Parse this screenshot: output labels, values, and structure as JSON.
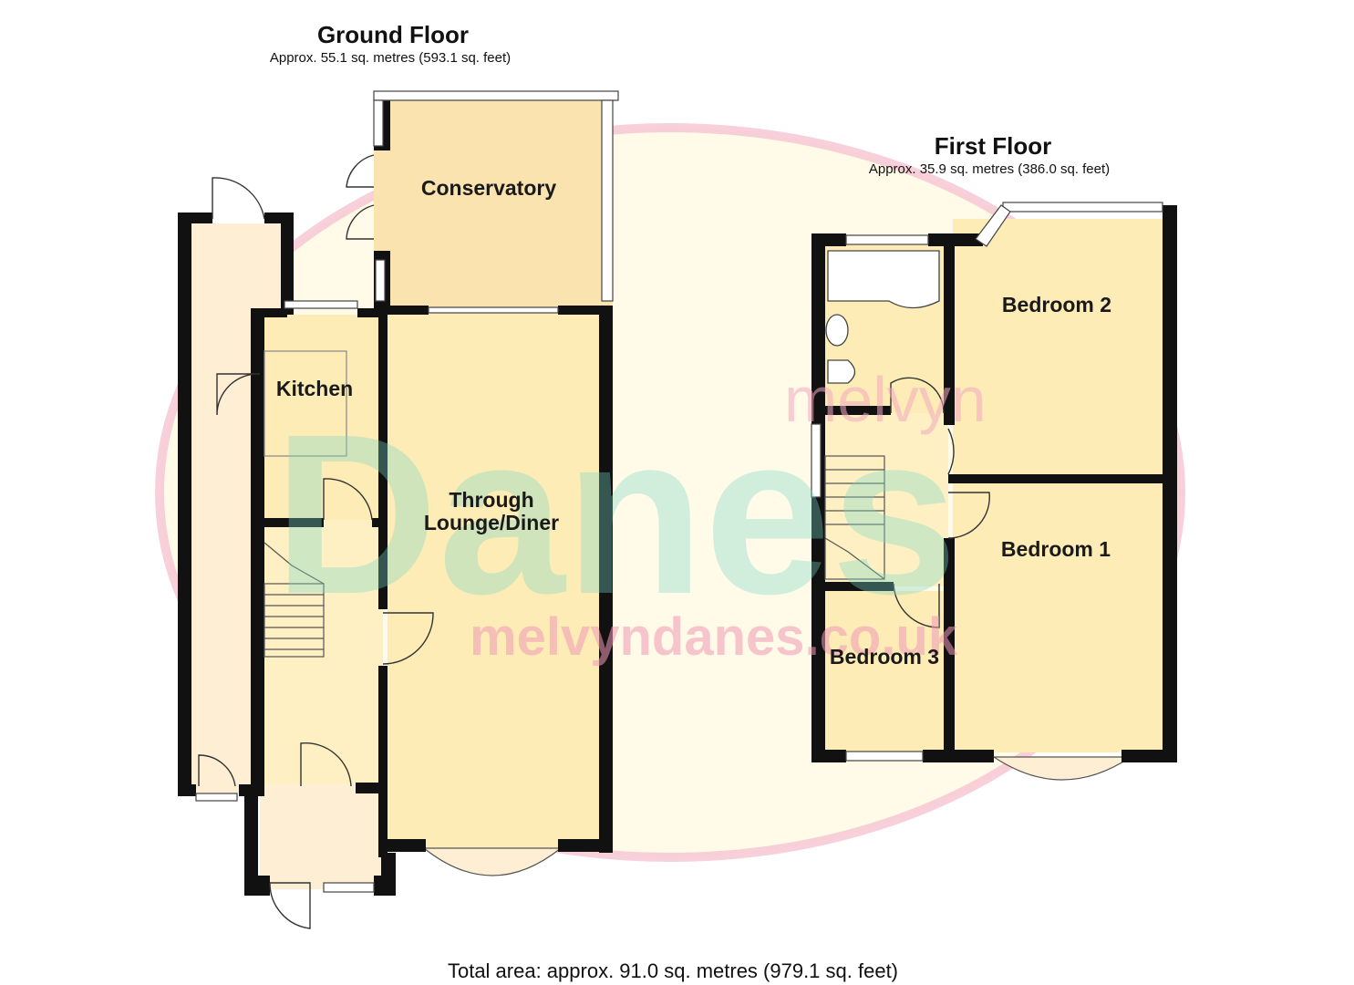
{
  "ground_floor": {
    "title": "Ground Floor",
    "area": "Approx. 55.1 sq. metres (593.1 sq. feet)"
  },
  "first_floor": {
    "title": "First Floor",
    "area": "Approx. 35.9 sq. metres (386.0 sq. feet)"
  },
  "rooms": {
    "conservatory": "Conservatory",
    "kitchen": "Kitchen",
    "lounge_line1": "Through",
    "lounge_line2": "Lounge/Diner",
    "bedroom1": "Bedroom 1",
    "bedroom2": "Bedroom 2",
    "bedroom3": "Bedroom 3"
  },
  "watermark": {
    "name_small": "melvyn",
    "name_big": "Danes",
    "url": "melvyndanes.co.uk"
  },
  "total_area": "Total area: approx. 91.0 sq. metres (979.1 sq. feet)",
  "colors": {
    "room_fill": "#fdecb6",
    "conservatory_fill": "#fbe3b0",
    "hall_fill": "#fef0c2",
    "porch_fill": "#fdeed4",
    "wall": "#111111",
    "watermark_pink": "#f5b8c8",
    "watermark_teal": "#7dd8c8"
  }
}
